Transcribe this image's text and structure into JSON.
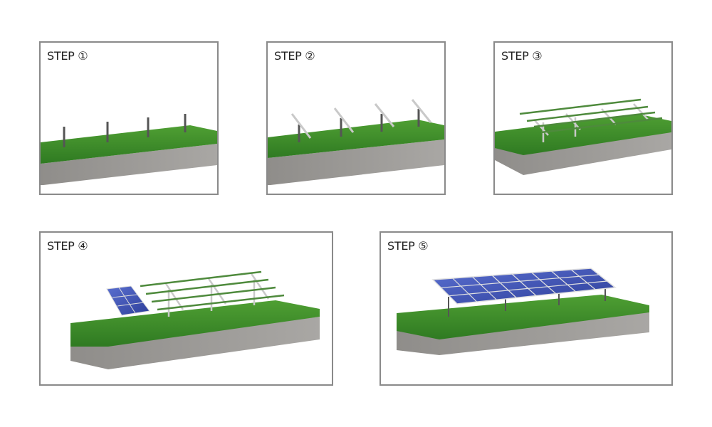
{
  "steps": [
    {
      "label": "STEP ①"
    },
    {
      "label": "STEP ②"
    },
    {
      "label": "STEP ③"
    },
    {
      "label": "STEP ④"
    },
    {
      "label": "STEP ⑤"
    }
  ],
  "colors": {
    "grass": "#3f8f2c",
    "ground": "#9b9996",
    "panel": "#3a4fb0",
    "frame": "#8a8a8a"
  }
}
